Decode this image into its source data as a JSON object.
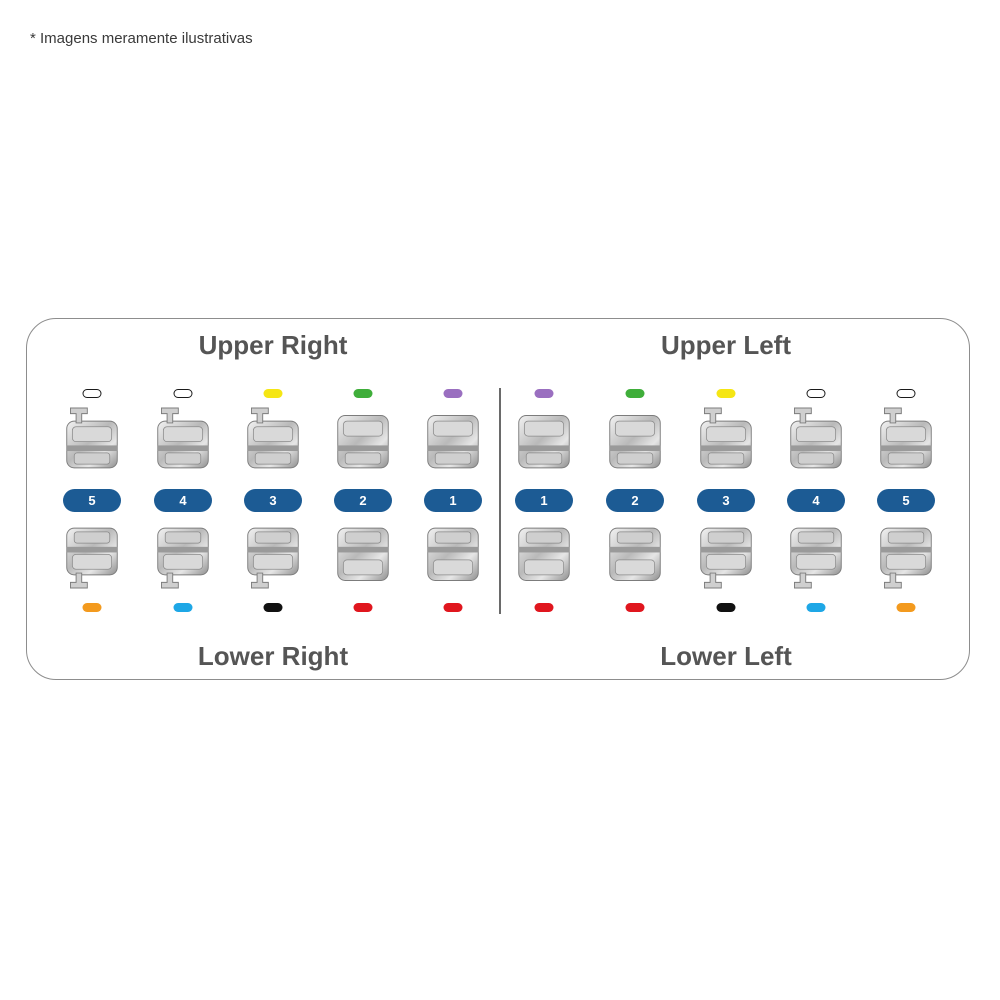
{
  "disclaimer": "* Imagens meramente ilustrativas",
  "quadrants": {
    "upper_right": "Upper Right",
    "upper_left": "Upper Left",
    "lower_right": "Lower Right",
    "lower_left": "Lower Left"
  },
  "colors": {
    "pill_bg": "#1c5b94",
    "white": "#ffffff",
    "yellow": "#f5e614",
    "green": "#3fae3a",
    "purple": "#9a6fc0",
    "orange": "#f39a1e",
    "blue": "#1ea7e6",
    "black": "#111111",
    "red": "#e0161e"
  },
  "right_side": {
    "numbers": [
      "5",
      "4",
      "3",
      "2",
      "1"
    ],
    "upper_colors": [
      "white",
      "white",
      "yellow",
      "green",
      "purple"
    ],
    "lower_colors": [
      "orange",
      "blue",
      "black",
      "red",
      "red"
    ]
  },
  "left_side": {
    "numbers": [
      "1",
      "2",
      "3",
      "4",
      "5"
    ],
    "upper_colors": [
      "purple",
      "green",
      "yellow",
      "white",
      "white"
    ],
    "lower_colors": [
      "red",
      "red",
      "black",
      "blue",
      "orange"
    ]
  }
}
